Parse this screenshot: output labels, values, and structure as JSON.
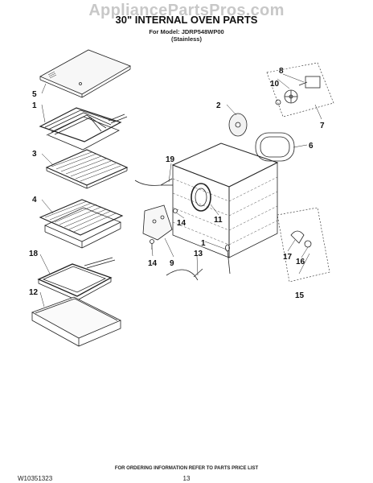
{
  "watermark": "AppliancePartsPros.com",
  "title": "30\" INTERNAL OVEN PARTS",
  "model_line": "For Model: JDRP548WP00",
  "finish": "(Stainless)",
  "callouts": {
    "c1": "1",
    "c2": "2",
    "c3": "3",
    "c4": "4",
    "c5": "5",
    "c6": "6",
    "c7": "7",
    "c8": "8",
    "c9": "9",
    "c10": "10",
    "c11": "11",
    "c12": "12",
    "c13": "13",
    "c14a": "14",
    "c14b": "14",
    "c15": "15",
    "c16": "16",
    "c17": "17",
    "c18": "18",
    "c19": "19",
    "c1b": "1"
  },
  "footer": {
    "ordering_note": "FOR ORDERING INFORMATION REFER TO PARTS PRICE LIST",
    "doc_number": "W10351323",
    "page_number": "13"
  }
}
